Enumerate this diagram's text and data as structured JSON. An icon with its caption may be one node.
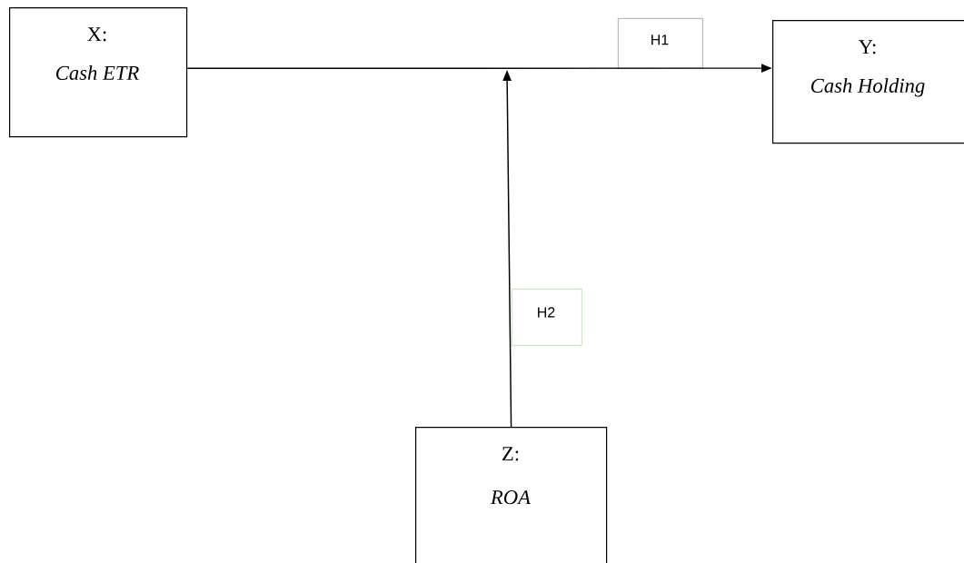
{
  "diagram": {
    "nodes": [
      {
        "text": [
          "X:",
          "*Cash ETR*"
        ]
      },
      {
        "text": [
          "Y:",
          "*Cash Holding*"
        ]
      },
      {
        "text": [
          "Z:",
          "*ROA*"
        ]
      },
      {
        "text": [
          "H1"
        ]
      },
      {
        "text": [
          "H2"
        ]
      }
    ],
    "edges": [
      {
        "from": 0,
        "to": 1,
        "arrow": "to"
      },
      {
        "from": 2,
        "to": null,
        "arrow": "to"
      }
    ]
  }
}
